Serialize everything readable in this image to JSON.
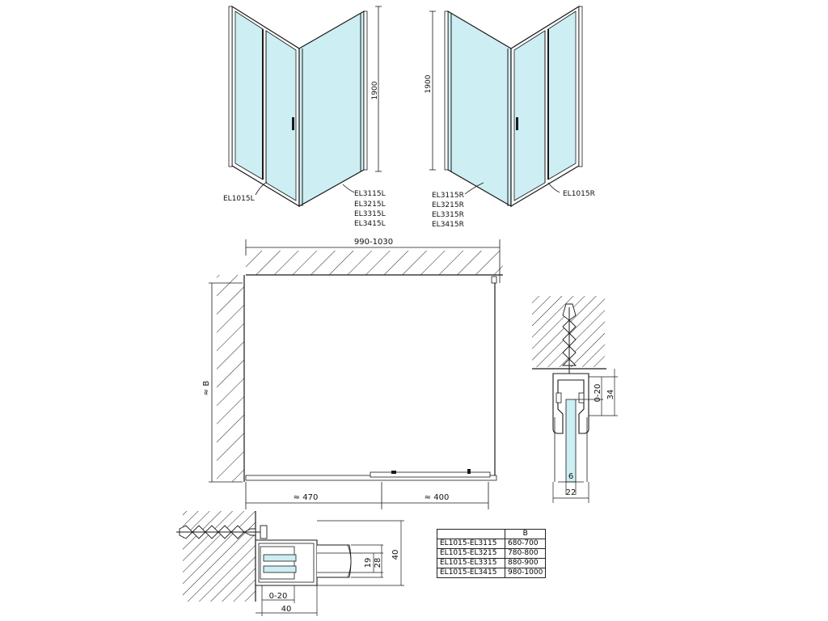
{
  "top_views": {
    "left": {
      "door_label": "EL1015L",
      "panel_labels": [
        "EL3115L",
        "EL3215L",
        "EL3315L",
        "EL3415L"
      ],
      "height": "1900"
    },
    "right": {
      "door_label": "EL1015R",
      "panel_labels": [
        "EL3115R",
        "EL3215R",
        "EL3315R",
        "EL3415R"
      ],
      "height": "1900"
    }
  },
  "plan": {
    "width": "990-1030",
    "depth": "≈ B",
    "fixed_part": "≈ 470",
    "door_part": "≈ 400"
  },
  "detail_right": {
    "range": "0-20",
    "depth": "34",
    "glass": "6",
    "width": "22"
  },
  "detail_bottom": {
    "inner": "19",
    "mid": "28",
    "outer": "40",
    "range": "0-20",
    "width": "40"
  },
  "table": {
    "header": [
      "",
      "B"
    ],
    "rows": [
      [
        "EL1015-EL3115",
        "680-700"
      ],
      [
        "EL1015-EL3215",
        "780-800"
      ],
      [
        "EL1015-EL3315",
        "880-900"
      ],
      [
        "EL1015-EL3415",
        "980-1000"
      ]
    ]
  },
  "colors": {
    "glass": "#cdeef2",
    "line": "#1a1a1a"
  }
}
